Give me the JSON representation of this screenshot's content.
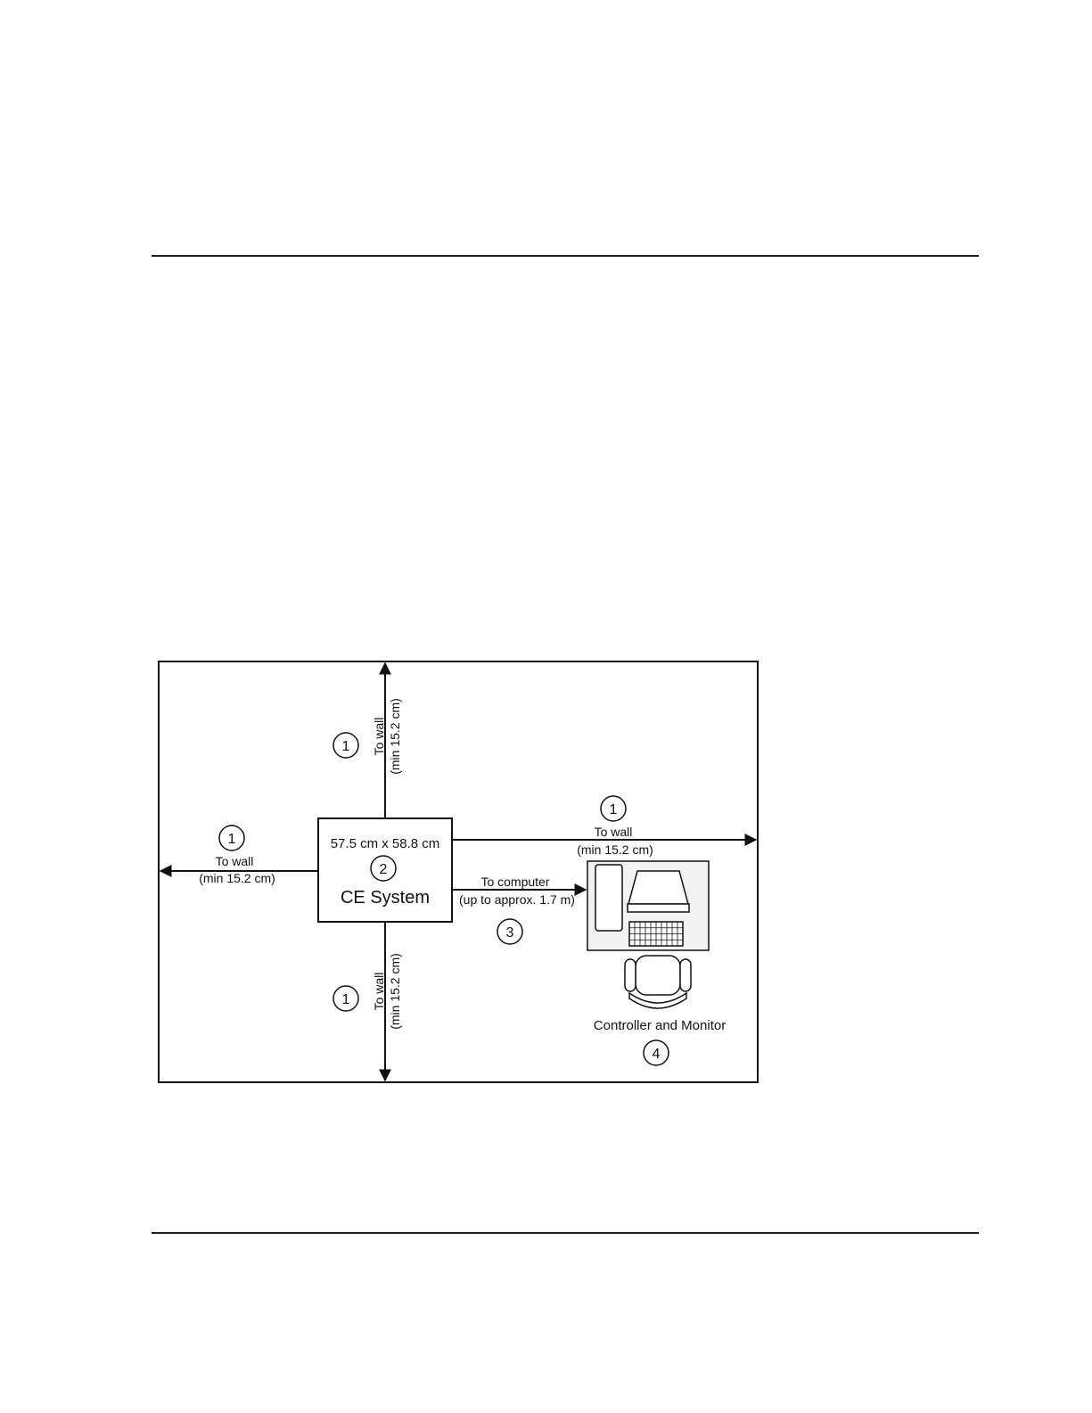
{
  "diagram": {
    "system": {
      "dimensions": "57.5 cm x 58.8 cm",
      "number": "2",
      "name": "CE System"
    },
    "clearance": {
      "number": "1",
      "line1": "To wall",
      "line2": "(min 15.2 cm)"
    },
    "computer_link": {
      "number": "3",
      "line1": "To computer",
      "line2": "(up to approx. 1.7 m)"
    },
    "workstation": {
      "number": "4",
      "label": "Controller and Monitor"
    },
    "colors": {
      "stroke": "#111111",
      "fill": "#ffffff",
      "desk": "#f2f2f2"
    }
  }
}
